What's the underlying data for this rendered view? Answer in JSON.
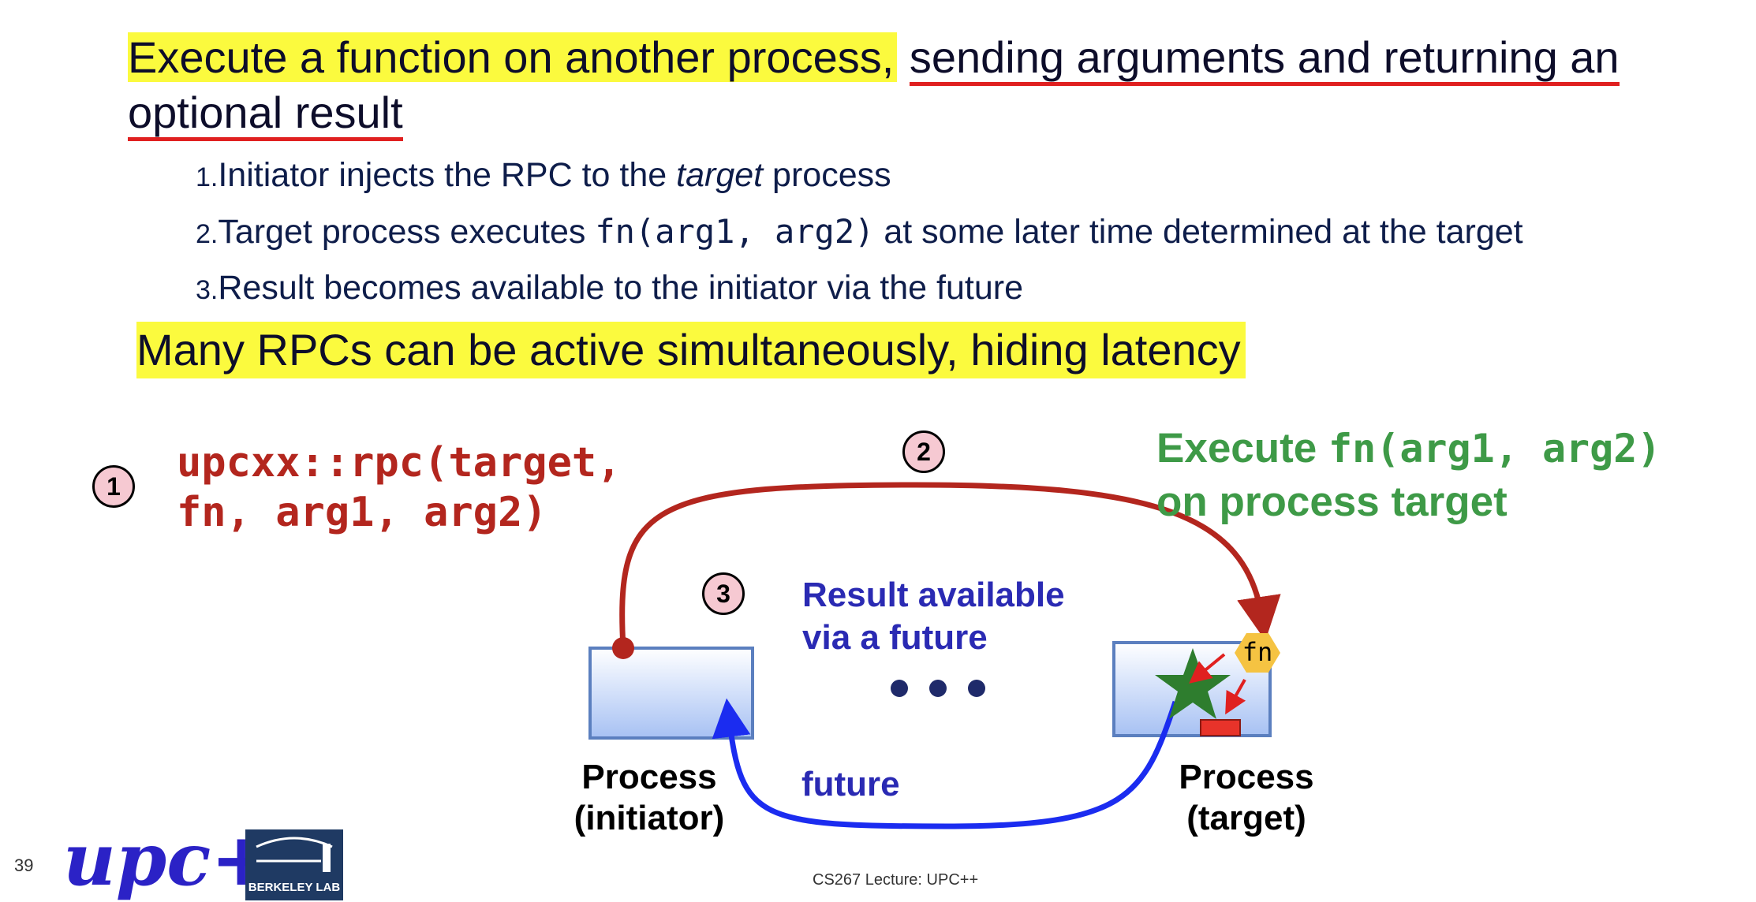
{
  "slide": {
    "intro_highlight": "Execute a function on another process,",
    "intro_underline_1": "sending arguments and returning an",
    "intro_underline_2": "optional result",
    "steps": [
      {
        "num": "1.",
        "before": "Initiator injects the RPC to the ",
        "italic": "target",
        "after": " process"
      },
      {
        "num": "2.",
        "before": "Target process executes ",
        "code": "fn(arg1, arg2)",
        "after": " at some later time determined at the target"
      },
      {
        "num": "3.",
        "before": "Result becomes available to the initiator via the future"
      }
    ],
    "many_rpcs": "Many RPCs can be active simultaneously, hiding latency"
  },
  "diagram": {
    "markers": [
      "1",
      "2",
      "3"
    ],
    "rpc_code_line1": "upcxx::rpc(target,",
    "rpc_code_line2": "fn, arg1, arg2)",
    "execute_label": "Execute ",
    "execute_code": "fn(arg1, arg2)",
    "execute_line2": "on process target",
    "result_line1": "Result available",
    "result_line2": "via a future",
    "ellipsis": "• • •",
    "future_label": "future",
    "fn_badge": "fn",
    "initiator_line1": "Process",
    "initiator_line2": "(initiator)",
    "target_line1": "Process",
    "target_line2": "(target)"
  },
  "footer": {
    "page_number": "39",
    "lecture": "CS267 Lecture: UPC++",
    "upc_logo": "upc++",
    "berkeley_logo": "BERKELEY LAB"
  },
  "colors": {
    "highlight": "#fbfa3e",
    "underline": "#e02020",
    "rpc_red": "#b3261e",
    "execute_green": "#3e9a47",
    "future_blue": "#1b2cf0",
    "result_blue": "#2a2ab3",
    "star_green": "#2e7d2e",
    "fn_hex": "#f5c342"
  }
}
